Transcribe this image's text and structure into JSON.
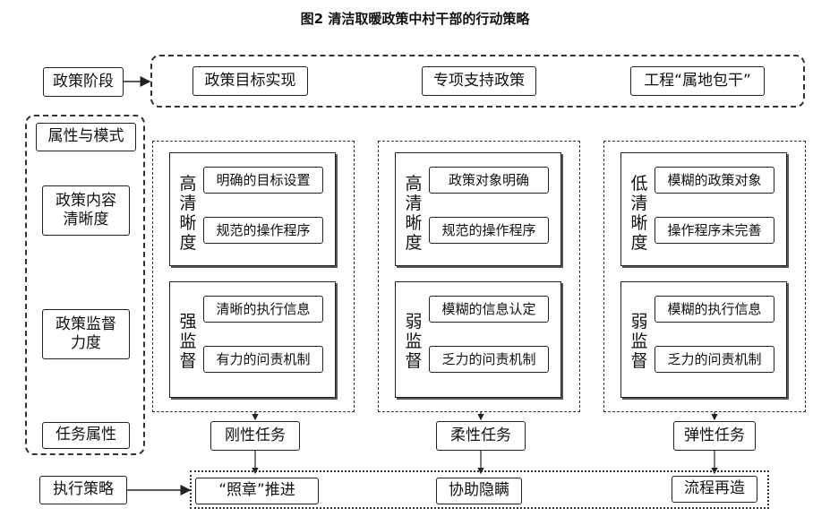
{
  "title": "图2 清洁取暖政策中村干部的行动策略",
  "row_labels": {
    "policy_stage": "政策阶段",
    "attribute_mode": "属性与模式",
    "content_clarity": "政策内容清晰度",
    "supervision": "政策监督力度",
    "task_attr": "任务属性",
    "exec_strategy": "执行策略"
  },
  "stages": [
    "政策目标实现",
    "专项支持政策",
    "工程“属地包干”"
  ],
  "columns": [
    {
      "clarity_label": "高清晰度",
      "clarity_items": [
        "明确的目标设置",
        "规范的操作程序"
      ],
      "supervision_label": "强监督",
      "supervision_items": [
        "清晰的执行信息",
        "有力的问责机制"
      ],
      "task": "刚性任务",
      "strategy": "“照章”推进"
    },
    {
      "clarity_label": "高清晰度",
      "clarity_items": [
        "政策对象明确",
        "规范的操作程序"
      ],
      "supervision_label": "弱监督",
      "supervision_items": [
        "模糊的信息认定",
        "乏力的问责机制"
      ],
      "task": "柔性任务",
      "strategy": "协助隐瞒"
    },
    {
      "clarity_label": "低清晰度",
      "clarity_items": [
        "模糊的政策对象",
        "操作程序未完善"
      ],
      "supervision_label": "弱监督",
      "supervision_items": [
        "模糊的执行信息",
        "乏力的问责机制"
      ],
      "task": "弹性任务",
      "strategy": "流程再造"
    }
  ]
}
